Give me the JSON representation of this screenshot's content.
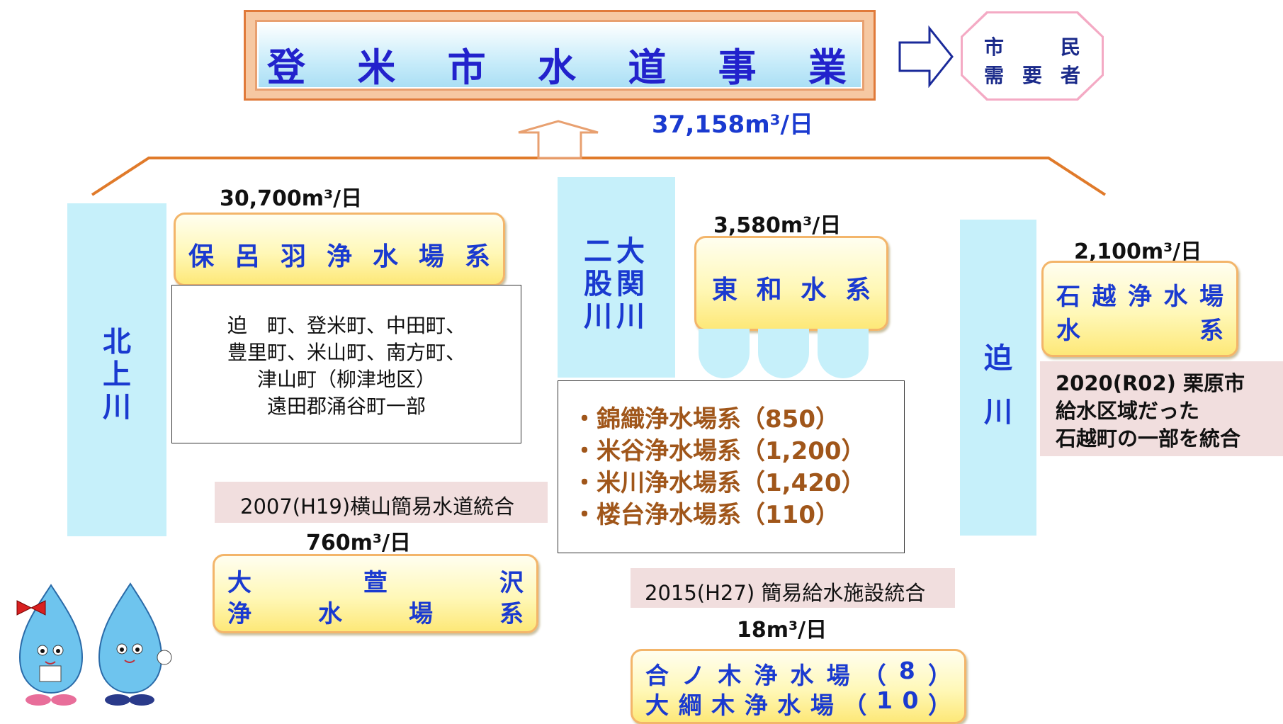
{
  "title": {
    "chars": [
      "登",
      "米",
      "市",
      "水",
      "道",
      "事",
      "業"
    ]
  },
  "consumers": {
    "line1": [
      "市",
      "民"
    ],
    "line2": [
      "需",
      "要",
      "者"
    ]
  },
  "total_flow": "37,158m³/日",
  "rivers": {
    "kitakami": "北上川",
    "futamata": [
      "大関川",
      "二股川"
    ],
    "hasama": "迫川"
  },
  "hororiba": {
    "flow": "30,700m³/日",
    "name": [
      "保",
      "呂",
      "羽",
      "浄",
      "水",
      "場",
      "系"
    ],
    "areas": [
      "迫　町、登米町、中田町、",
      "豊里町、米山町、南方町、",
      "津山町（柳津地区）",
      "遠田郡涌谷町一部"
    ]
  },
  "yokoyama_note": "2007(H19)横山簡易水道統合",
  "osukezawa": {
    "flow": "760m³/日",
    "line1": [
      "大",
      "萱",
      "沢"
    ],
    "line2": [
      "浄",
      "水",
      "場",
      "系"
    ]
  },
  "towa": {
    "flow": "3,580m³/日",
    "name": [
      "東",
      "和",
      "水",
      "系"
    ],
    "plants": [
      "・錦織浄水場系（850）",
      "・米谷浄水場系（1,200）",
      "・米川浄水場系（1,420）",
      "・楼台浄水場系（110）"
    ]
  },
  "simple_note": "2015(H27) 簡易給水施設統合",
  "small": {
    "flow": "18m³/日",
    "line1": [
      "合",
      "ノ",
      "木",
      "浄",
      "水",
      "場",
      "（",
      "8",
      "）"
    ],
    "line2": [
      "大",
      "綱",
      "木",
      "浄",
      "水",
      "場",
      "（",
      "1",
      "0",
      "）"
    ]
  },
  "ishikoshi": {
    "flow": "2,100m³/日",
    "line1": [
      "石",
      "越",
      "浄",
      "水",
      "場"
    ],
    "line2": [
      "水",
      "系"
    ],
    "note": [
      "2020(R02) 栗原市",
      "給水区域だった",
      "石越町の一部を統合"
    ]
  },
  "colors": {
    "blue_text": "#1a3ad0",
    "brown_text": "#a0561a",
    "river": "#c6f0fa",
    "box_border": "#f3b56a"
  }
}
